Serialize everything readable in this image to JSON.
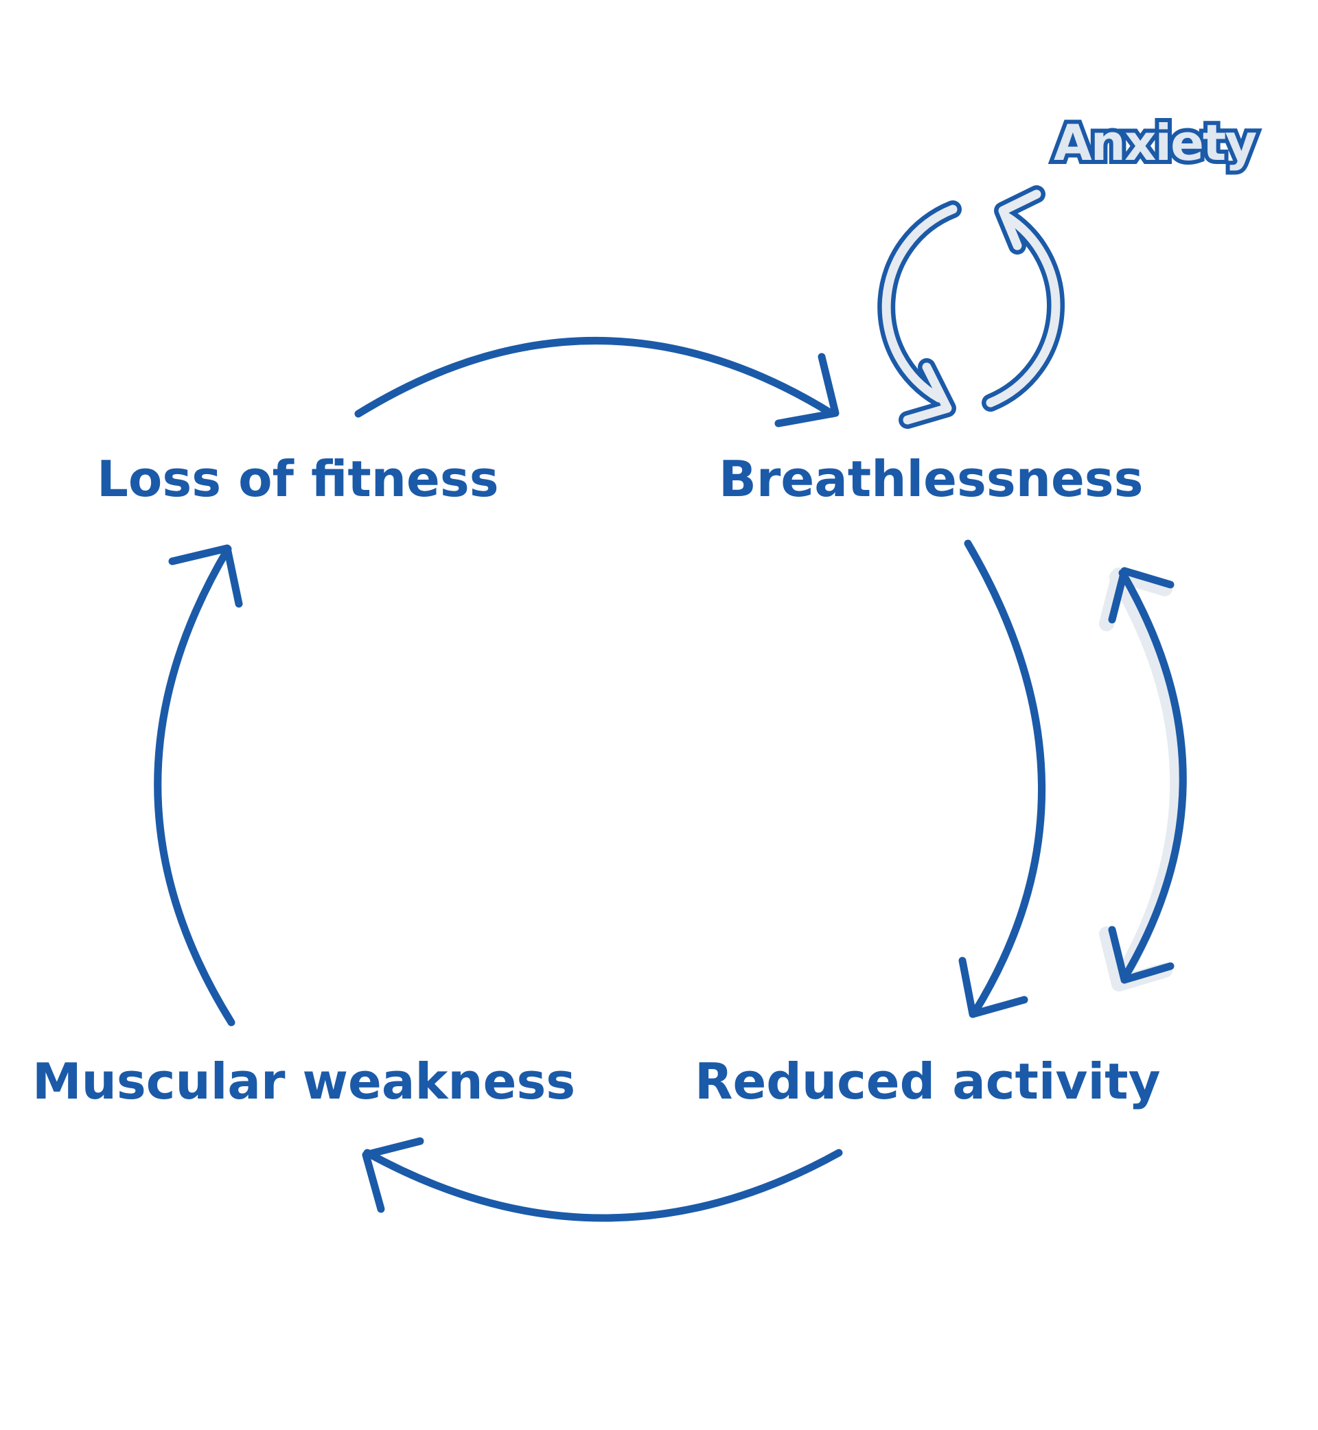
{
  "colors": {
    "primary": "#1b5aa8",
    "light_fill": "#e6ebf1",
    "background": "#ffffff"
  },
  "nodes": {
    "loss_of_fitness": "Loss of fitness",
    "breathlessness": "Breathlessness",
    "muscular_weakness": "Muscular weakness",
    "reduced_activity": "Reduced activity"
  },
  "anxiety_label": "Anxiety"
}
